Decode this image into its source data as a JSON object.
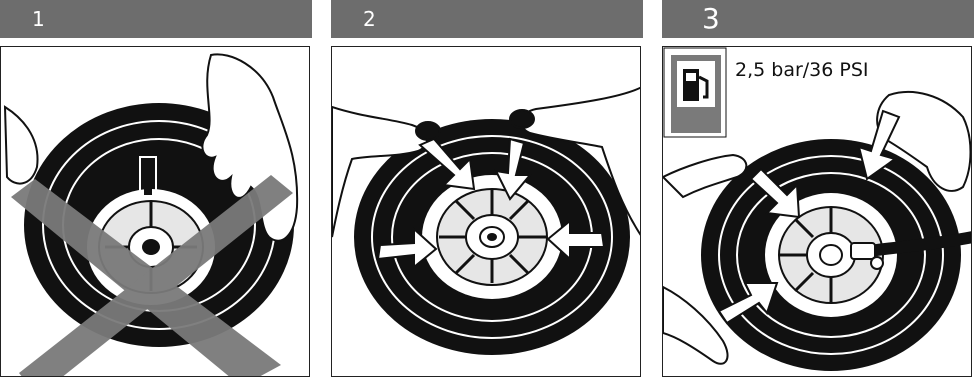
{
  "steps": [
    {
      "number": "1"
    },
    {
      "number": "2"
    },
    {
      "number": "3",
      "pressure": "2,5 bar/36 PSI"
    }
  ],
  "icons": {
    "step1": [
      "tire-icon",
      "hand-icon",
      "warning-icon",
      "cross-out-icon"
    ],
    "step2": [
      "tire-icon",
      "hand-icon",
      "arrow-icon"
    ],
    "step3": [
      "gas-pump-icon",
      "tire-icon",
      "hand-icon",
      "arrow-icon",
      "air-hose-icon"
    ]
  },
  "colors": {
    "header": "#6d6d6d",
    "cross": "#7a7a7a",
    "tire": "#111111",
    "pump_sign": "#7a7a7a"
  }
}
